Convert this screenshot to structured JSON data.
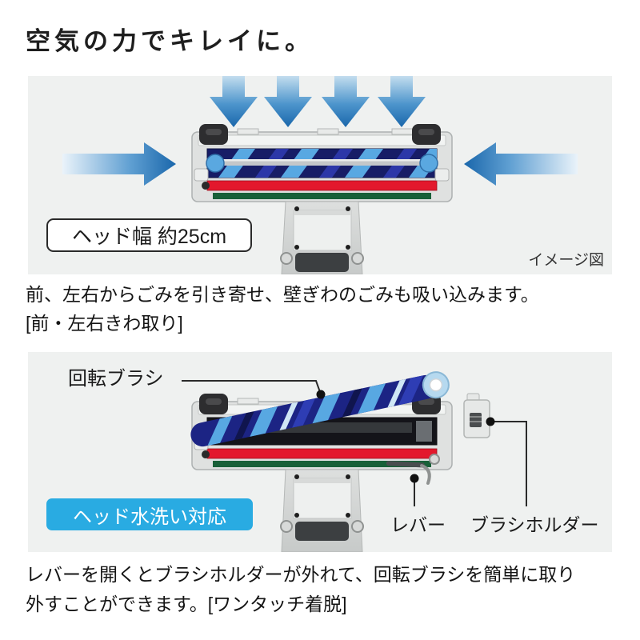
{
  "title": "空気の力でキレイに。",
  "figure1": {
    "head_width_label": "ヘッド幅 約25cm",
    "image_note": "イメージ図"
  },
  "paragraph1": {
    "line1": "前、左右からごみを引き寄せ、壁ぎわのごみも吸い込みます。",
    "line2": "[前・左右きわ取り]"
  },
  "figure2": {
    "callouts": {
      "rotating_brush": "回転ブラシ",
      "lever": "レバー",
      "brush_holder": "ブラシホルダー"
    },
    "washable_badge": "ヘッド水洗い対応"
  },
  "paragraph2": {
    "line1": "レバーを開くとブラシホルダーが外れて、回転ブラシを簡単に取り",
    "line2": "外すことができます。[ワンタッチ着脱]"
  },
  "colors": {
    "badge_blue": "#29abe2",
    "panel_background": "#eff1f0",
    "arrow_blue": "#1f72b6",
    "brush_red": "#e3182c",
    "brush_green": "#186038"
  }
}
